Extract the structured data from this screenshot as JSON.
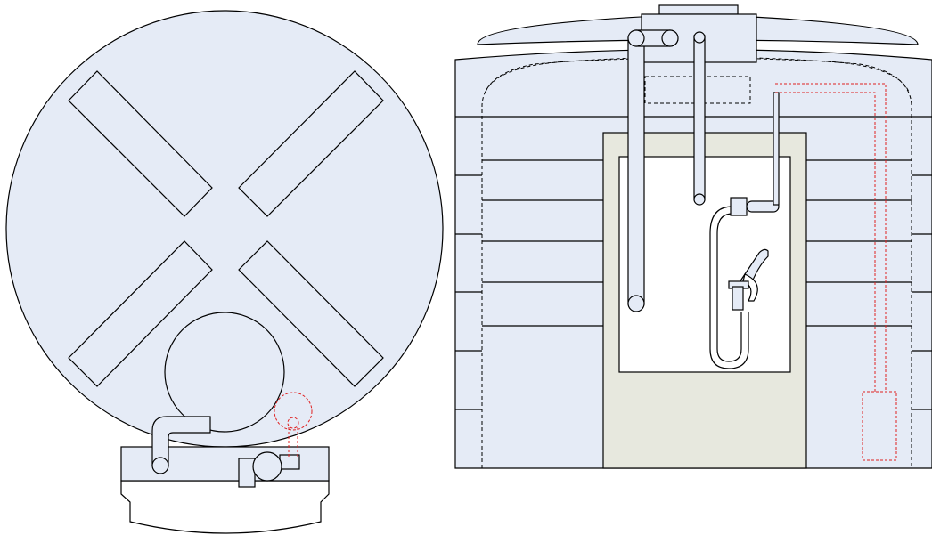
{
  "diagram": {
    "views": [
      "top-view",
      "front-view"
    ],
    "colors": {
      "tank_fill": "#e5ebf6",
      "cabinet_fill": "#e7e8de",
      "interior_fill": "#ffffff",
      "line": "#000000",
      "hidden_line": "#000000",
      "sensor_line": "#e02020"
    },
    "components": {
      "top_view": [
        "tank-top",
        "baffle-strips",
        "manway",
        "pump-base",
        "suction-pipe",
        "pump",
        "level-sensor"
      ],
      "front_view": [
        "tank-body",
        "dome-lid",
        "fill-cap",
        "cabinet",
        "suction-pipes",
        "hose",
        "nozzle",
        "level-sensor-probe"
      ]
    }
  }
}
